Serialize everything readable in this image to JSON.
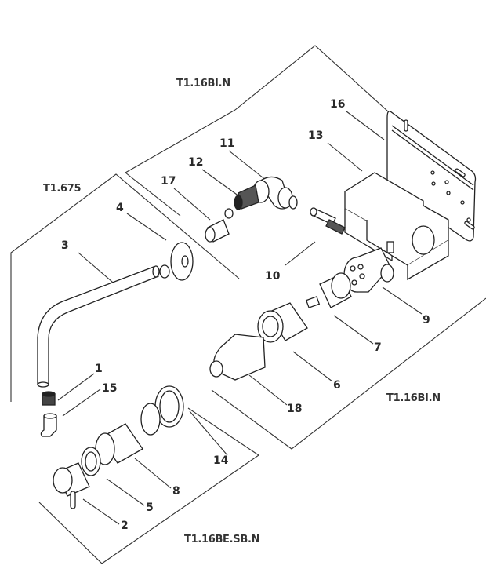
{
  "diagram": {
    "type": "exploded-parts-view",
    "colors": {
      "line": "#333333",
      "text": "#2a2a2a",
      "part_fill": "#ffffff"
    },
    "groups": [
      {
        "id": "g-top",
        "label": "T1.16BI.N"
      },
      {
        "id": "g-spout",
        "label": "T1.675"
      },
      {
        "id": "g-body",
        "label": "T1.16BI.N"
      },
      {
        "id": "g-handle",
        "label": "T1.16BE.SB.N"
      }
    ],
    "parts": [
      {
        "num": "1"
      },
      {
        "num": "2"
      },
      {
        "num": "3"
      },
      {
        "num": "4"
      },
      {
        "num": "5"
      },
      {
        "num": "6"
      },
      {
        "num": "7"
      },
      {
        "num": "8"
      },
      {
        "num": "9"
      },
      {
        "num": "10"
      },
      {
        "num": "11"
      },
      {
        "num": "12"
      },
      {
        "num": "13"
      },
      {
        "num": "14"
      },
      {
        "num": "15"
      },
      {
        "num": "16"
      },
      {
        "num": "17"
      },
      {
        "num": "18"
      }
    ]
  }
}
